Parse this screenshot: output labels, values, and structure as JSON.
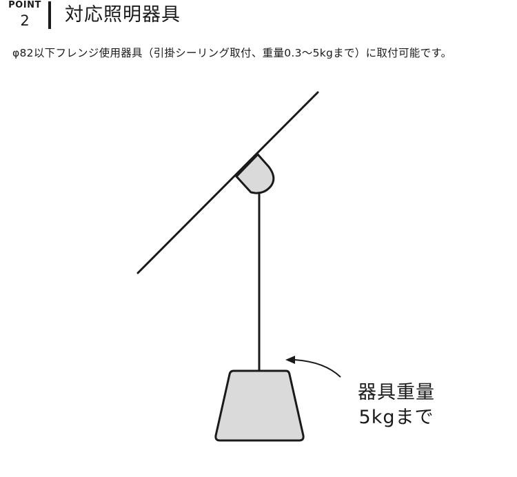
{
  "header": {
    "point_label": "POINT",
    "point_number": "2",
    "title": "対応照明器具"
  },
  "description": "φ82以下フレンジ使用器具（引掛シーリング取付、重量0.3〜5kgまで）に取付可能です。",
  "diagram": {
    "annotation_line1": "器具重量",
    "annotation_line2": "5kgまで"
  },
  "colors": {
    "line": "#1a1a1a",
    "fill": "#d9dad9",
    "text": "#1a1a1a"
  }
}
